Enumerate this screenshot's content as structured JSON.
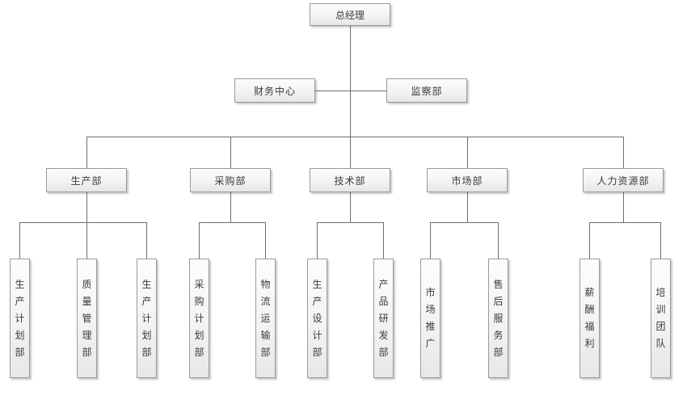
{
  "diagram": {
    "type": "org-chart",
    "root": {
      "label": "总经理"
    },
    "level2": [
      {
        "label": "财务中心",
        "parent": "总经理"
      },
      {
        "label": "监察部",
        "parent": "总经理"
      }
    ],
    "level3": [
      {
        "label": "生产部",
        "parent": "总经理"
      },
      {
        "label": "采购部",
        "parent": "总经理"
      },
      {
        "label": "技术部",
        "parent": "总经理"
      },
      {
        "label": "市场部",
        "parent": "总经理"
      },
      {
        "label": "人力资源部",
        "parent": "总经理"
      }
    ],
    "level4": [
      {
        "label": "生产计划部",
        "parent": "生产部"
      },
      {
        "label": "质量管理部",
        "parent": "生产部"
      },
      {
        "label": "生产计划部",
        "parent": "生产部"
      },
      {
        "label": "采购计划部",
        "parent": "采购部"
      },
      {
        "label": "物流运输部",
        "parent": "采购部"
      },
      {
        "label": "生产设计部",
        "parent": "技术部"
      },
      {
        "label": "产品研发部",
        "parent": "技术部"
      },
      {
        "label": "市场推广",
        "parent": "市场部"
      },
      {
        "label": "售后服务部",
        "parent": "市场部"
      },
      {
        "label": "薪酬福利",
        "parent": "人力资源部"
      },
      {
        "label": "培训团队",
        "parent": "人力资源部"
      }
    ],
    "colors": {
      "node_border": "#9a9a9a",
      "node_fill_top": "#fdfdfd",
      "node_fill_bottom": "#e7e7e7",
      "connector": "#6e6e6e",
      "text": "#3a3a3a",
      "background": "#ffffff"
    }
  }
}
